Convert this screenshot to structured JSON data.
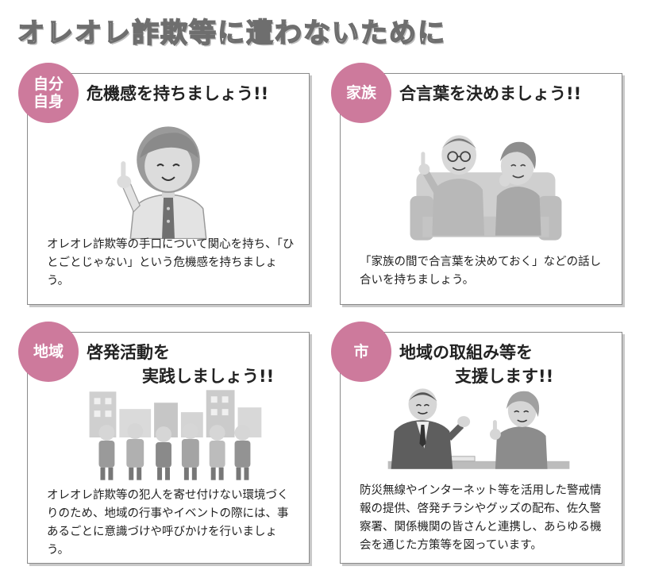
{
  "title": "オレオレ詐欺等に遭わないために",
  "panels": {
    "self": {
      "badge": "自分\n自身",
      "heading_line1": "危機感を持ちましょう!!",
      "heading_line2": "",
      "body": "オレオレ詐欺等の手口について関心を持ち、「ひとごとじゃない」という危機感を持ちましょう。",
      "illustration_icon": "pointing-woman-icon"
    },
    "family": {
      "badge": "家族",
      "heading_line1": "合言葉を決めましょう!!",
      "heading_line2": "",
      "body": "「家族の間で合言葉を決めておく」などの話し合いを持ちましょう。",
      "illustration_icon": "couple-on-sofa-icon"
    },
    "area": {
      "badge": "地域",
      "heading_line1": "啓発活動を",
      "heading_line2": "実践しましょう!!",
      "body": "オレオレ詐欺等の犯人を寄せ付けない環境づくりのため、地域の行事やイベントの際には、事あるごとに意識づけや呼びかけを行いましょう。",
      "illustration_icon": "community-group-icon"
    },
    "city": {
      "badge": "市",
      "heading_line1": "地域の取組み等を",
      "heading_line2": "支援します!!",
      "body": "防災無線やインターネット等を活用した警戒情報の提供、啓発チラシやグッズの配布、佐久警察署、関係機関の皆さんと連携し、あらゆる機会を通じた方策等を図っています。",
      "illustration_icon": "consultation-icon"
    }
  },
  "colors": {
    "badge": "#cd7a9c",
    "border": "#8a8a8a",
    "title_outline": "#6e6e6e"
  }
}
